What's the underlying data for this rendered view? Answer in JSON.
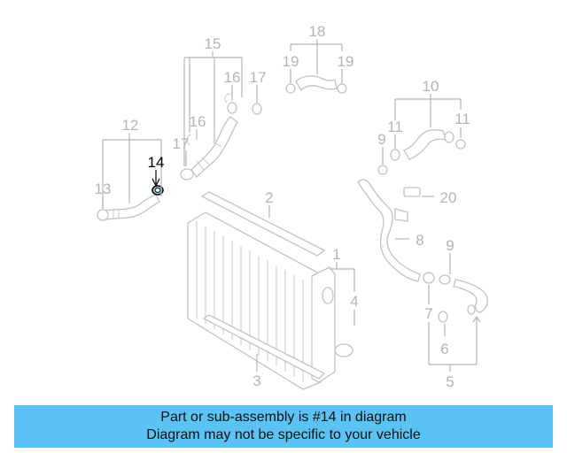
{
  "diagram": {
    "highlight_part": "14",
    "callouts": {
      "c1": "1",
      "c2": "2",
      "c3": "3",
      "c4": "4",
      "c5": "5",
      "c6": "6",
      "c7": "7",
      "c8": "8",
      "c9a": "9",
      "c9b": "9",
      "c10": "10",
      "c11a": "11",
      "c11b": "11",
      "c12": "12",
      "c13": "13",
      "c14": "14",
      "c15": "15",
      "c16a": "16",
      "c16b": "16",
      "c17a": "17",
      "c17b": "17",
      "c18": "18",
      "c19a": "19",
      "c19b": "19",
      "c20": "20"
    }
  },
  "banner": {
    "line1": "Part or sub-assembly is #14 in diagram",
    "line2": "Diagram may not be specific to your vehicle",
    "color": "#5bc2f4"
  }
}
